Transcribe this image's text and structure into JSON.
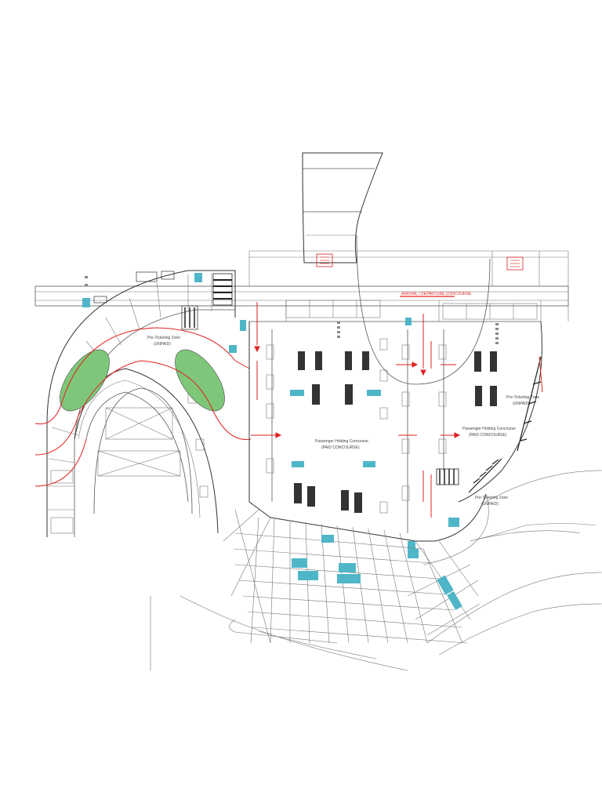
{
  "colors": {
    "line": "#666666",
    "route": "#e02020",
    "green": "#7ec77a",
    "cyan": "#4fb6c8",
    "block": "#333333",
    "background": "#ffffff"
  },
  "labels": {
    "top_corridor": "ARRIVAL / DEPARTURE CONCOURSE",
    "left_zone": "Pre-Ticketing Zone",
    "left_zone_sub": "(UNPAID)",
    "center_concourse": "Passenger Holding Concourse",
    "center_concourse_sub": "(PAID CONCOURSE)",
    "right_concourse": "Passenger Holding Concourse",
    "right_concourse_sub": "(PAID CONCOURSE)",
    "right_zone": "Pre-Ticketing Zone",
    "right_zone_sub": "(UNPAID)",
    "lower_zone": "Pre-Ticketing Zone",
    "lower_zone_sub": "(UNPAID)"
  }
}
